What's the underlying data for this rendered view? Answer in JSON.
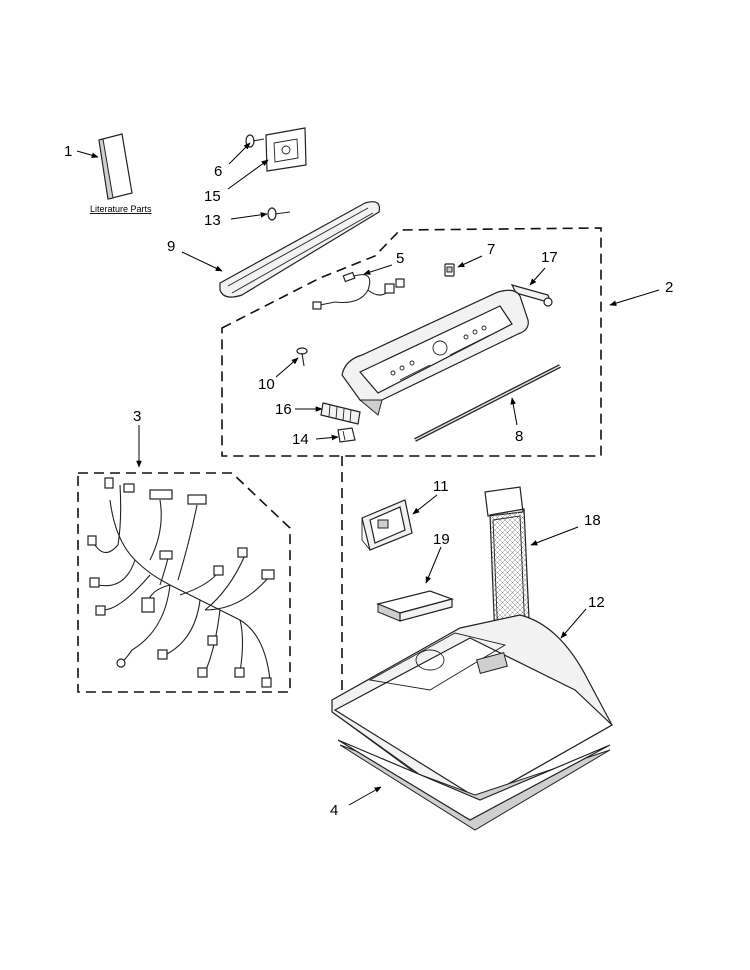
{
  "literature_label": "Literature Parts",
  "callouts": {
    "c1": "1",
    "c2": "2",
    "c3": "3",
    "c4": "4",
    "c5": "5",
    "c6": "6",
    "c7": "7",
    "c8": "8",
    "c9": "9",
    "c10": "10",
    "c11": "11",
    "c12": "12",
    "c13": "13",
    "c14": "14",
    "c15": "15",
    "c16": "16",
    "c17": "17",
    "c18": "18",
    "c19": "19"
  }
}
